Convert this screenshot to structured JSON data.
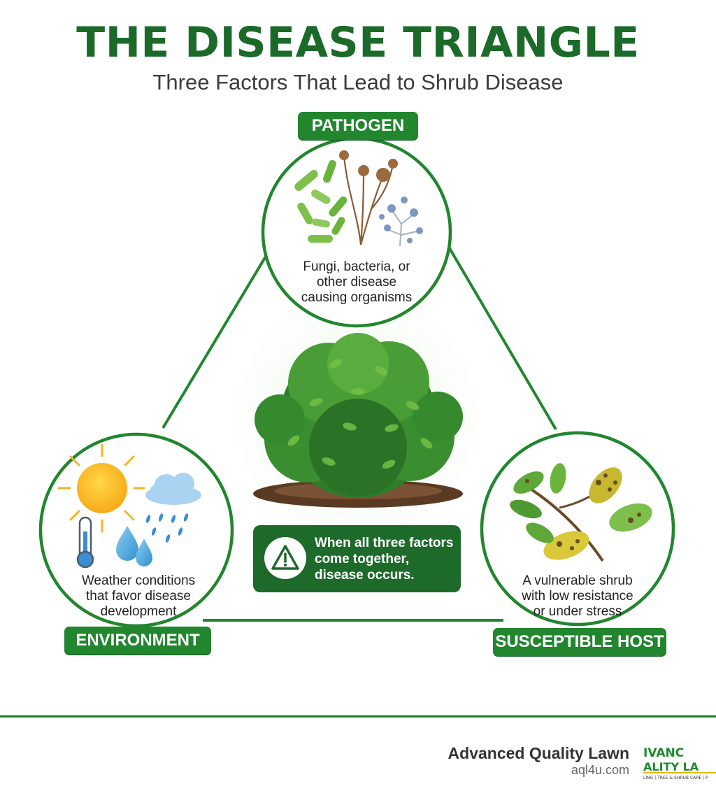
{
  "header": {
    "title": "THE DISEASE TRIANGLE",
    "subtitle": "Three Factors That Lead to Shrub Disease"
  },
  "nodes": [
    {
      "label": "PATHOGEN",
      "text": "Fungi, bacteria, or other disease causing organisms"
    },
    {
      "label": "ENVIRONMENT",
      "text": "Weather conditions that favor disease development"
    },
    {
      "label": "SUSCEPTIBLE HOST",
      "text": "A vulnerable shrub with low resistance or under stress"
    }
  ],
  "center": {
    "callout_text": "When all three factors come together, disease occurs.",
    "icon": "warning-icon"
  },
  "footer": {
    "brand": "Advanced Quality Lawn",
    "url": "aql4u.com",
    "logo_text": "IVANC\nALITY LA\nLING | TREE & SHRUB CARE | P"
  },
  "colors": {
    "brand_green": "#22862f",
    "dark_green": "#1e6a2b",
    "title_green": "#1b6a2a"
  }
}
